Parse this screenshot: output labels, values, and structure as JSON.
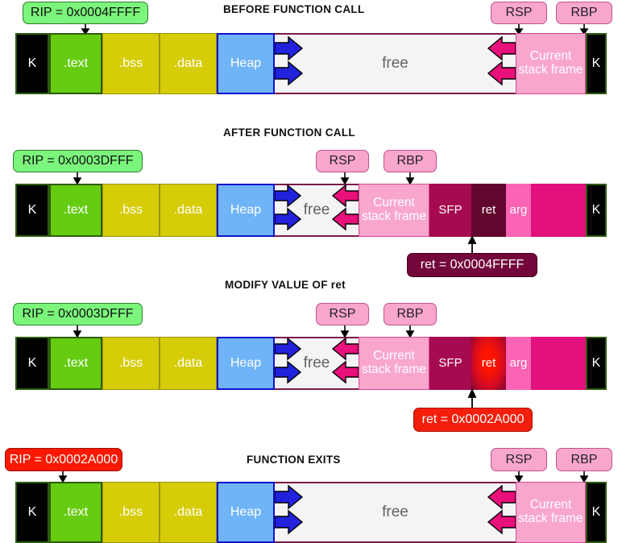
{
  "diagram": {
    "title_font_color": "#111111",
    "colors": {
      "kernel": "#000000",
      "text_seg": "#66cc11",
      "bss_seg": "#d6cc08",
      "data_seg": "#d6cc08",
      "heap_seg": "#70b4f8",
      "free_seg": "#f4f4f4",
      "current_stack_frame": "#f9a6cd",
      "sfp": "#a60a50",
      "ret": "#62062e",
      "ret_modified": "#fb1800",
      "arg": "#fb63b4",
      "stack_fill": "#e2107c",
      "grow_arrow_heap": "#2222dd",
      "grow_arrow_stack": "#e8107a",
      "callout_green": "#7bf57b",
      "callout_red": "#fb1800",
      "callout_pink": "#f9a6cd",
      "callout_maroon": "#73063a"
    },
    "sections": [
      {
        "id": "before-function-call",
        "title": "BEFORE FUNCTION CALL",
        "rip_callout": {
          "label": "RIP = 0x0004FFFF",
          "style": "green"
        },
        "pointer_callouts": [
          {
            "label": "RSP"
          },
          {
            "label": "RBP"
          }
        ],
        "segments": [
          {
            "name": "kernel-low",
            "label": "K",
            "kind": "k"
          },
          {
            "name": "text",
            "label": ".text",
            "kind": "text"
          },
          {
            "name": "bss",
            "label": ".bss",
            "kind": "bss"
          },
          {
            "name": "data",
            "label": ".data",
            "kind": "data"
          },
          {
            "name": "heap",
            "label": "Heap",
            "kind": "heap"
          },
          {
            "name": "free",
            "label": "free",
            "kind": "free"
          },
          {
            "name": "current-stack-frame",
            "label": "Current stack frame",
            "kind": "csf"
          },
          {
            "name": "kernel-high",
            "label": "K",
            "kind": "k"
          }
        ]
      },
      {
        "id": "after-function-call",
        "title": "AFTER FUNCTION CALL",
        "rip_callout": {
          "label": "RIP = 0x0003DFFF",
          "style": "green"
        },
        "pointer_callouts": [
          {
            "label": "RSP"
          },
          {
            "label": "RBP"
          }
        ],
        "ret_callout": {
          "label": "ret = 0x0004FFFF",
          "style": "maroon"
        },
        "segments": [
          {
            "name": "kernel-low",
            "label": "K",
            "kind": "k"
          },
          {
            "name": "text",
            "label": ".text",
            "kind": "text"
          },
          {
            "name": "bss",
            "label": ".bss",
            "kind": "bss"
          },
          {
            "name": "data",
            "label": ".data",
            "kind": "data"
          },
          {
            "name": "heap",
            "label": "Heap",
            "kind": "heap"
          },
          {
            "name": "free",
            "label": "free",
            "kind": "free"
          },
          {
            "name": "current-stack-frame",
            "label": "Current stack frame",
            "kind": "csf"
          },
          {
            "name": "sfp",
            "label": "SFP",
            "kind": "sfp"
          },
          {
            "name": "ret",
            "label": "ret",
            "kind": "ret"
          },
          {
            "name": "arg",
            "label": "arg",
            "kind": "arg"
          },
          {
            "name": "stack-used",
            "label": "",
            "kind": "fill"
          },
          {
            "name": "kernel-high",
            "label": "K",
            "kind": "k"
          }
        ]
      },
      {
        "id": "modify-value-of-ret",
        "title": "MODIFY VALUE OF ret",
        "rip_callout": {
          "label": "RIP = 0x0003DFFF",
          "style": "green"
        },
        "pointer_callouts": [
          {
            "label": "RSP"
          },
          {
            "label": "RBP"
          }
        ],
        "ret_callout": {
          "label": "ret = 0x0002A000",
          "style": "red"
        },
        "segments": [
          {
            "name": "kernel-low",
            "label": "K",
            "kind": "k"
          },
          {
            "name": "text",
            "label": ".text",
            "kind": "text"
          },
          {
            "name": "bss",
            "label": ".bss",
            "kind": "bss"
          },
          {
            "name": "data",
            "label": ".data",
            "kind": "data"
          },
          {
            "name": "heap",
            "label": "Heap",
            "kind": "heap"
          },
          {
            "name": "free",
            "label": "free",
            "kind": "free"
          },
          {
            "name": "current-stack-frame",
            "label": "Current stack frame",
            "kind": "csf"
          },
          {
            "name": "sfp",
            "label": "SFP",
            "kind": "sfp"
          },
          {
            "name": "ret",
            "label": "ret",
            "kind": "retmod"
          },
          {
            "name": "arg",
            "label": "arg",
            "kind": "arg"
          },
          {
            "name": "stack-used",
            "label": "",
            "kind": "fill"
          },
          {
            "name": "kernel-high",
            "label": "K",
            "kind": "k"
          }
        ]
      },
      {
        "id": "function-exits",
        "title": "FUNCTION EXITS",
        "rip_callout": {
          "label": "RIP = 0x0002A000",
          "style": "red"
        },
        "pointer_callouts": [
          {
            "label": "RSP"
          },
          {
            "label": "RBP"
          }
        ],
        "segments": [
          {
            "name": "kernel-low",
            "label": "K",
            "kind": "k"
          },
          {
            "name": "text",
            "label": ".text",
            "kind": "text"
          },
          {
            "name": "bss",
            "label": ".bss",
            "kind": "bss"
          },
          {
            "name": "data",
            "label": ".data",
            "kind": "data"
          },
          {
            "name": "heap",
            "label": "Heap",
            "kind": "heap"
          },
          {
            "name": "free",
            "label": "free",
            "kind": "free"
          },
          {
            "name": "current-stack-frame",
            "label": "Current stack frame",
            "kind": "csf"
          },
          {
            "name": "kernel-high",
            "label": "K",
            "kind": "k"
          }
        ]
      }
    ]
  }
}
